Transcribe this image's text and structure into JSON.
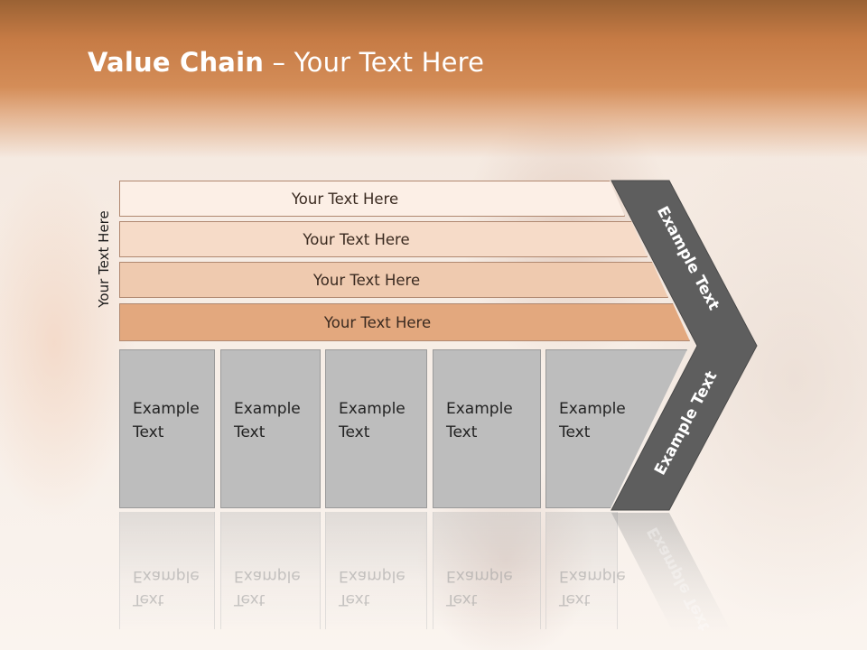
{
  "slide": {
    "title_bold": "Value Chain",
    "title_rest": " – Your Text Here",
    "vertical_label": "Your Text Here",
    "bars": [
      {
        "label": "Your Text Here",
        "color": "#fcefe6"
      },
      {
        "label": "Your Text Here",
        "color": "#f6dbc8"
      },
      {
        "label": "Your Text Here",
        "color": "#efcaaf"
      },
      {
        "label": "Your Text Here",
        "color": "#e3a87e"
      }
    ],
    "boxes": [
      {
        "line1": "Example",
        "line2": "Text"
      },
      {
        "line1": "Example",
        "line2": "Text"
      },
      {
        "line1": "Example",
        "line2": "Text"
      },
      {
        "line1": "Example",
        "line2": "Text"
      },
      {
        "line1": "Example",
        "line2": "Text"
      }
    ],
    "chevron_top_label": "Example Text",
    "chevron_bottom_label": "Example Text",
    "colors": {
      "band": "#d48d58",
      "box_gray": "#bdbdbd",
      "chevron_dark": "#5e5e5e"
    }
  }
}
